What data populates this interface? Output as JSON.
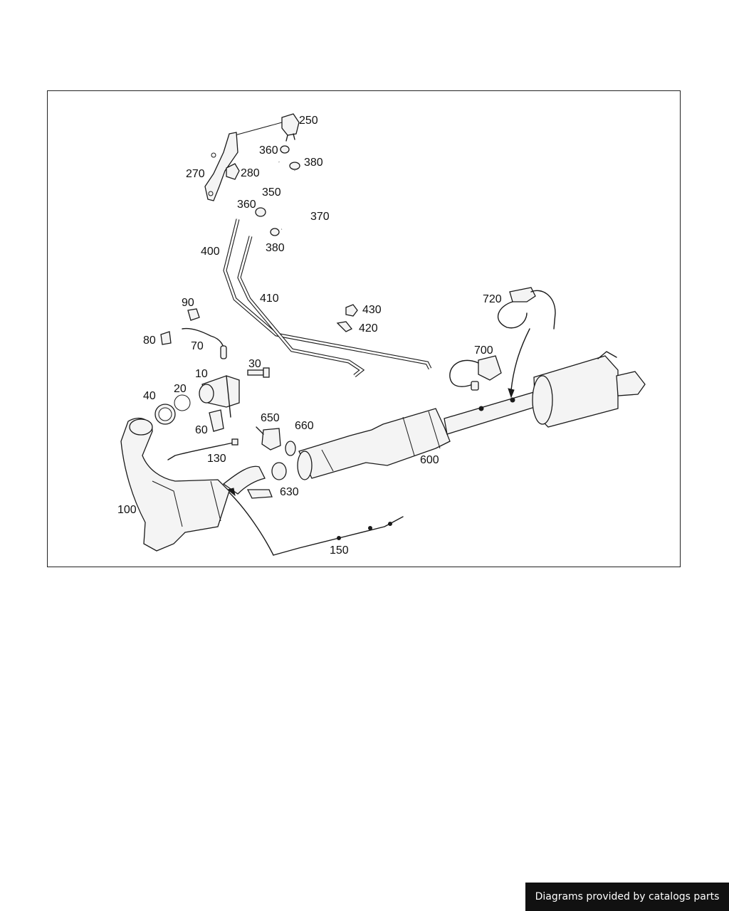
{
  "diagram": {
    "callouts": [
      "250",
      "360",
      "380",
      "270",
      "280",
      "350",
      "360",
      "370",
      "400",
      "380",
      "410",
      "430",
      "420",
      "720",
      "90",
      "80",
      "70",
      "30",
      "10",
      "700",
      "40",
      "20",
      "60",
      "650",
      "660",
      "130",
      "600",
      "630",
      "100",
      "150"
    ]
  },
  "footer": {
    "credit": "Diagrams provided by catalogs parts"
  }
}
